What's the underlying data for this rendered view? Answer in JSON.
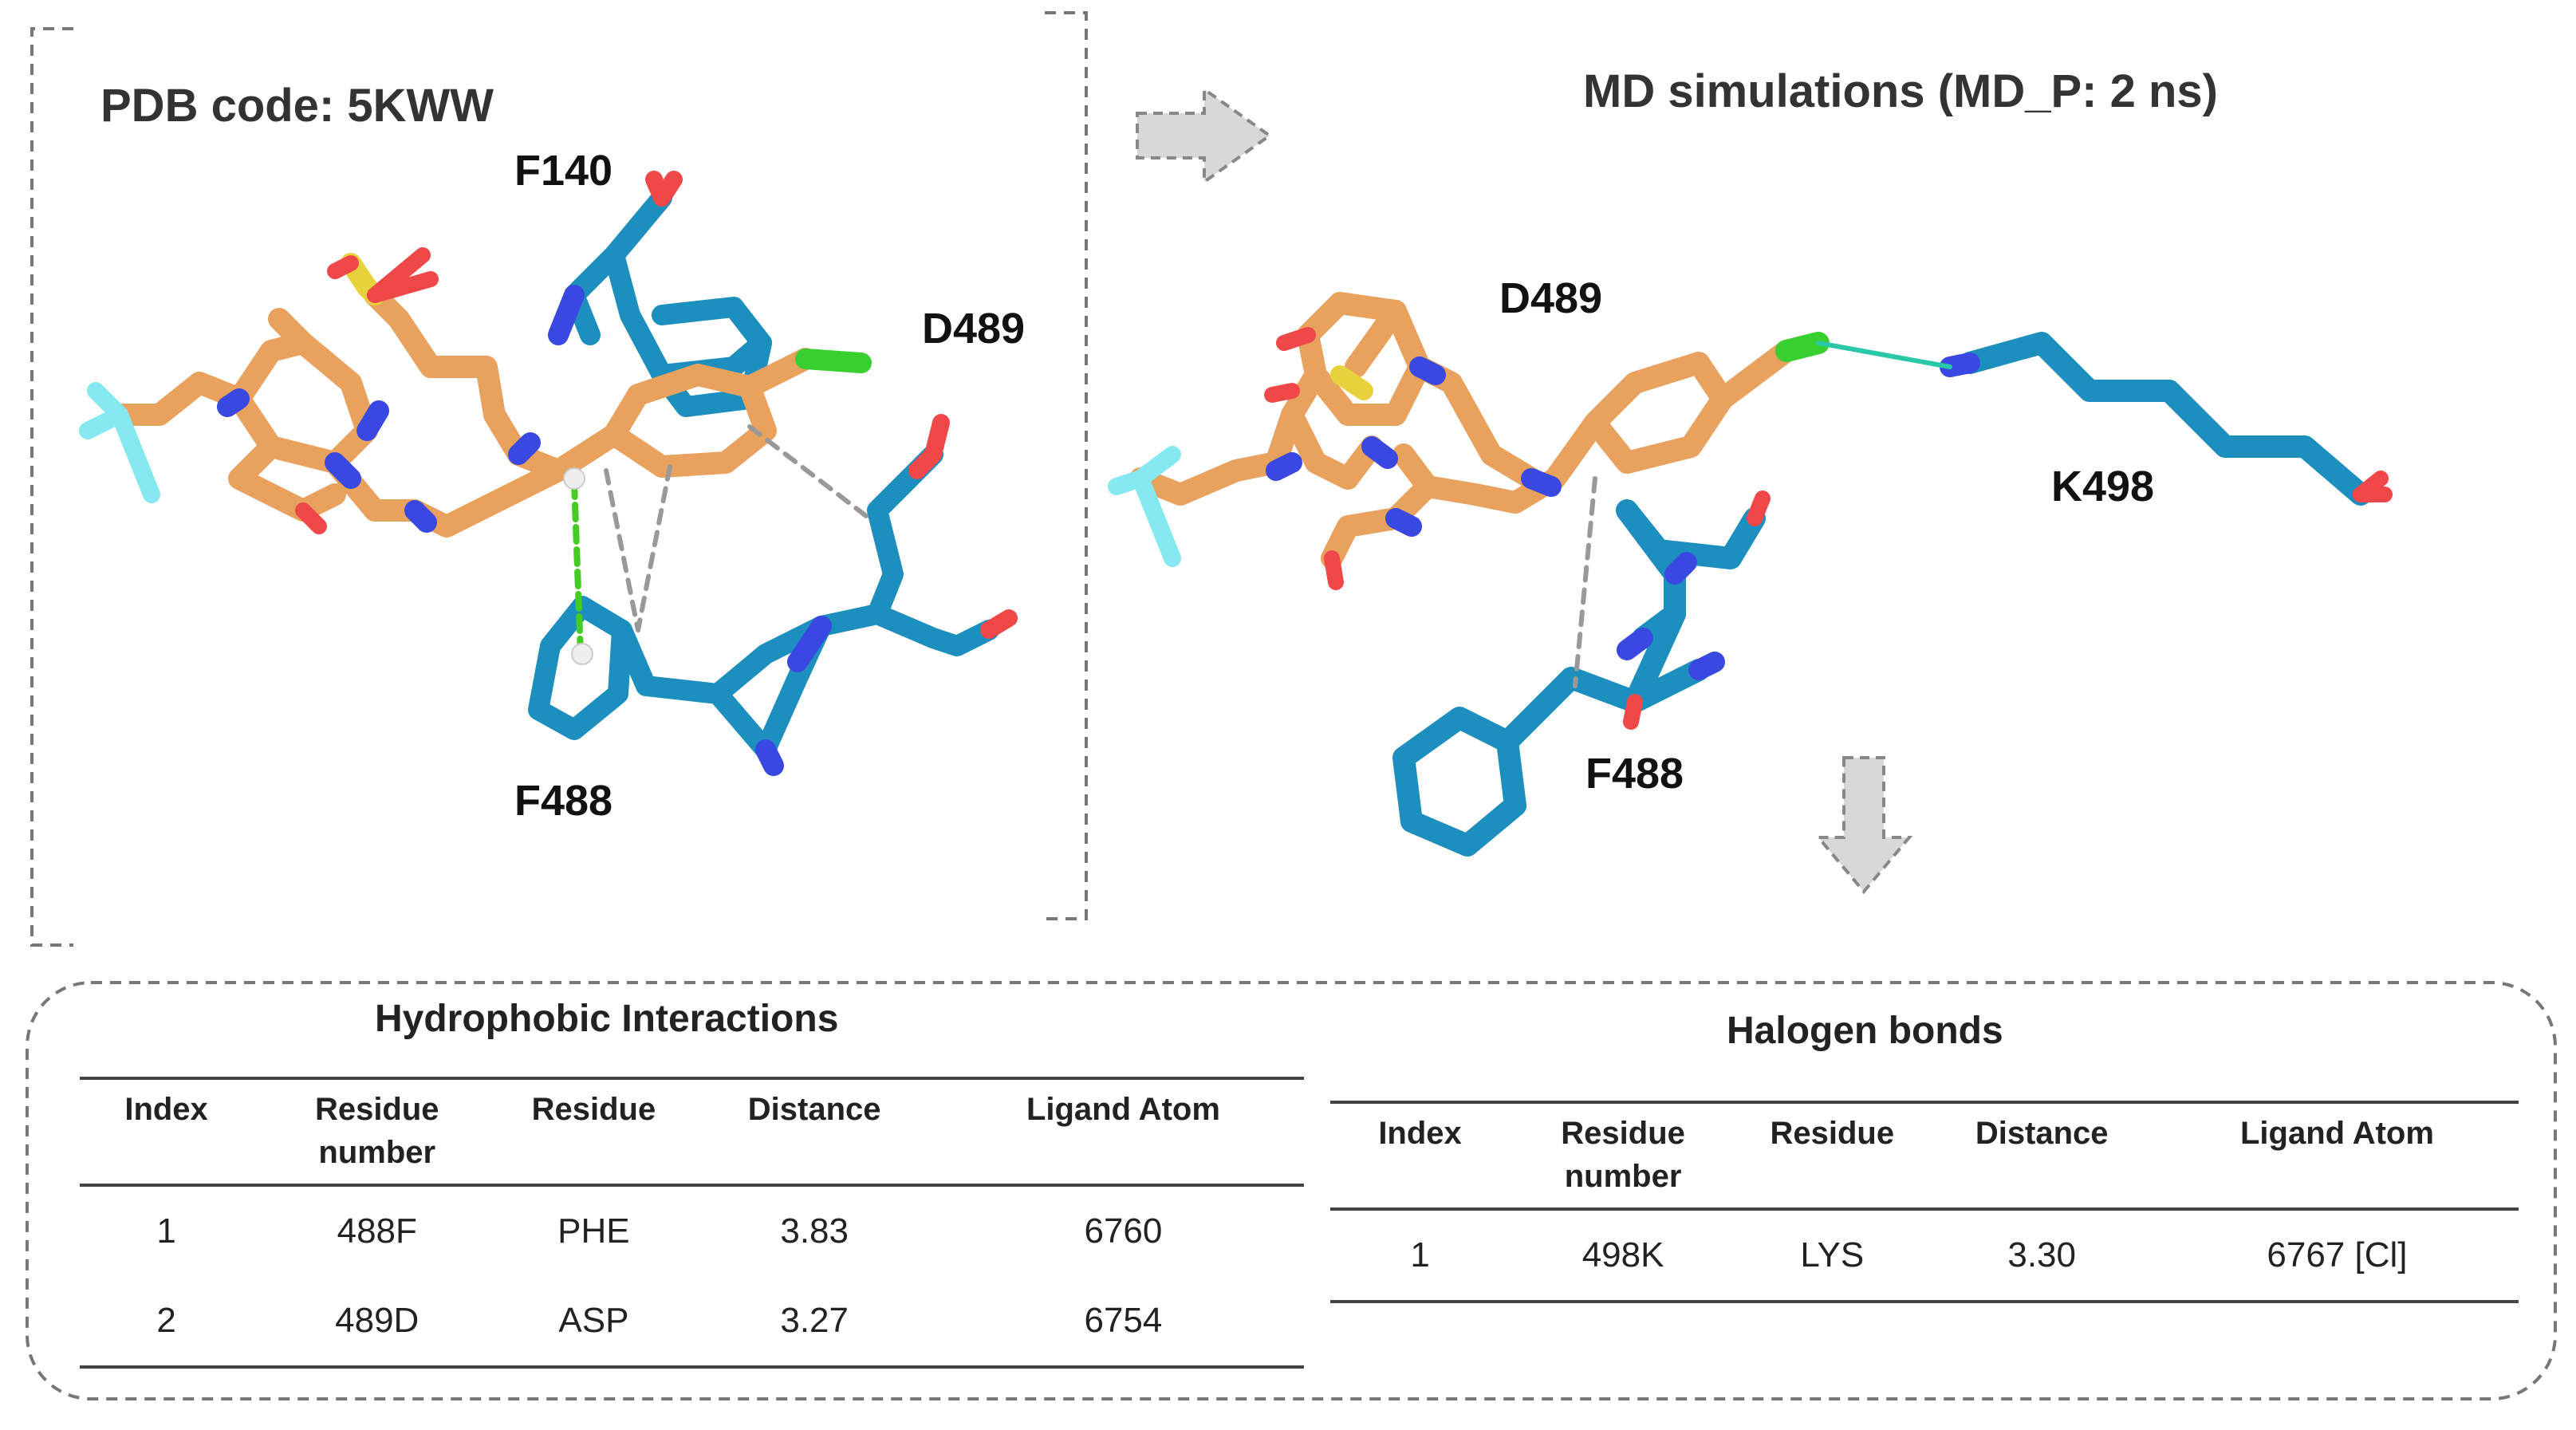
{
  "panel_left": {
    "title": "PDB code: 5KWW",
    "residues": [
      "F140",
      "D489",
      "F488"
    ]
  },
  "panel_right": {
    "title": "MD simulations (MD_P: 2 ns)",
    "residues": [
      "D489",
      "K498",
      "F488"
    ]
  },
  "colors": {
    "ligand": "#f4b36b",
    "protein": "#22a0d0",
    "nitrogen": "#3545e6",
    "oxygen": "#f04848",
    "sulfur": "#e8d23c",
    "chlorine": "#38d030",
    "fluorine": "#86e8f0",
    "hydrogen": "#eeeeee",
    "halogen_bond": "#28c8a8",
    "hydrophobic": "#999999",
    "pi_stack": "#44cc22"
  },
  "hydrophobic_table": {
    "title": "Hydrophobic Interactions",
    "headers": [
      "Index",
      "Residue number",
      "Residue",
      "Distance",
      "Ligand Atom"
    ],
    "rows": [
      [
        "1",
        "488F",
        "PHE",
        "3.83",
        "6760"
      ],
      [
        "2",
        "489D",
        "ASP",
        "3.27",
        "6754"
      ]
    ]
  },
  "halogen_table": {
    "title": "Halogen bonds",
    "headers": [
      "Index",
      "Residue number",
      "Residue",
      "Distance",
      "Ligand Atom"
    ],
    "rows": [
      [
        "1",
        "498K",
        "LYS",
        "3.30",
        "6767 [Cl]"
      ]
    ]
  }
}
